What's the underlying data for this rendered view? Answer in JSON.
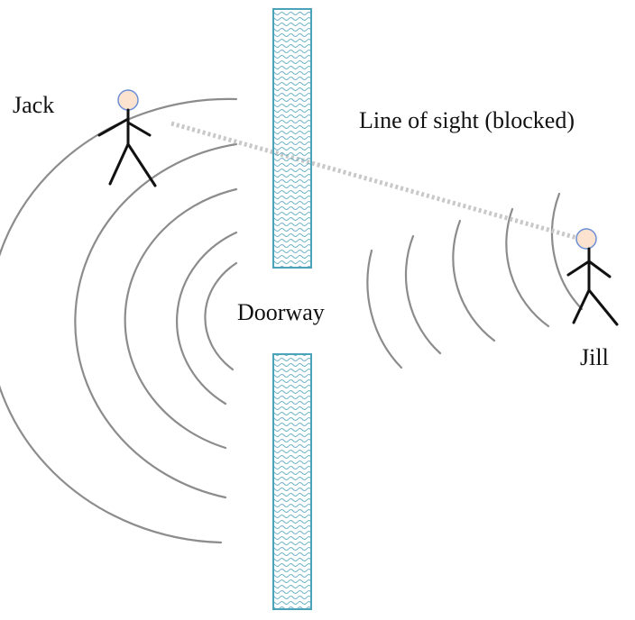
{
  "labels": {
    "jack": "Jack",
    "jill": "Jill",
    "line_of_sight": "Line of sight (blocked)",
    "doorway": "Doorway"
  },
  "colors": {
    "wave": "#8c8c8c",
    "wall_border": "#4aa3b8",
    "wall_fill": "#e9f6f8",
    "wall_pattern": "#6fb3c6",
    "sight_line": "#c8c8c8",
    "head_fill": "#fbe3cf",
    "head_stroke": "#6b8fd6",
    "figure": "#111111"
  }
}
